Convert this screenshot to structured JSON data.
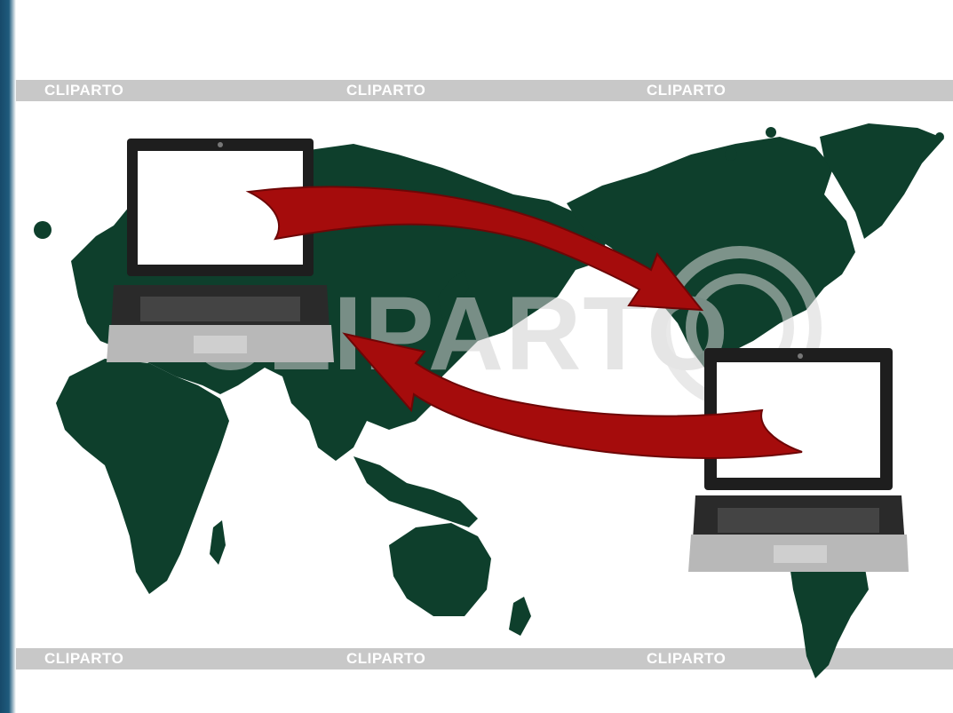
{
  "watermark": {
    "band_text": "CLIPARTO",
    "center_text": "CLIPARTO"
  },
  "colors": {
    "map": "#0e3f2c",
    "arrow": "#a50c0c",
    "arrow_dark": "#6e0606",
    "band": "#c8c8c8",
    "frame": "#1b4e6e"
  },
  "icons": [
    "laptop-icon",
    "laptop-icon",
    "arrow-right-icon",
    "arrow-left-icon",
    "world-map"
  ]
}
